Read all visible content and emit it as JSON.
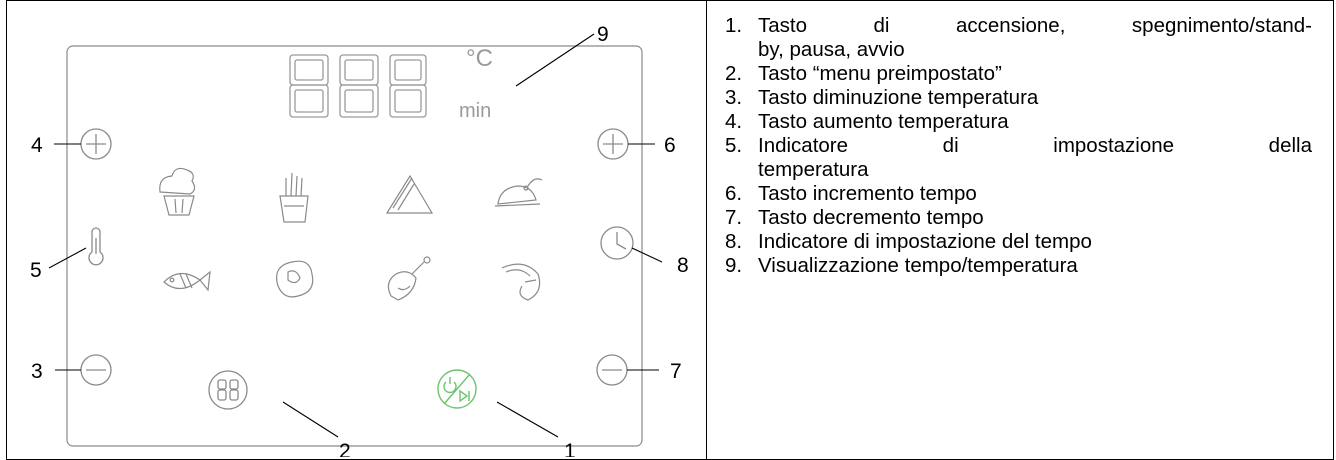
{
  "panel": {
    "unit_celsius": "°C",
    "unit_minutes": "min"
  },
  "callouts": [
    "1",
    "2",
    "3",
    "4",
    "5",
    "6",
    "7",
    "8",
    "9"
  ],
  "icons": {
    "plus": "plus-icon",
    "minus": "minus-icon",
    "thermometer": "thermometer-icon",
    "clock": "clock-icon",
    "cupcake": "cupcake-icon",
    "fries": "fries-icon",
    "pizza": "pizza-icon",
    "roast_chicken": "roast-chicken-icon",
    "fish": "fish-icon",
    "steak": "steak-icon",
    "drumstick": "drumstick-icon",
    "shrimp": "shrimp-icon",
    "menu": "menu-88-icon",
    "power": "power-play-pause-icon"
  },
  "colors": {
    "line": "#8a8a8a",
    "power": "#6bc46b",
    "text": "#000000"
  },
  "legend": [
    {
      "num": "1.",
      "lines": [
        "Tasto di accensione, spegnimento/stand-",
        "by, pausa, avvio"
      ]
    },
    {
      "num": "2.",
      "lines": [
        "Tasto “menu preimpostato”"
      ]
    },
    {
      "num": "3.",
      "lines": [
        "Tasto diminuzione temperatura"
      ]
    },
    {
      "num": "4.",
      "lines": [
        "Tasto aumento temperatura"
      ]
    },
    {
      "num": "5.",
      "lines": [
        "Indicatore di impostazione della",
        "temperatura"
      ]
    },
    {
      "num": "6.",
      "lines": [
        "Tasto incremento tempo"
      ]
    },
    {
      "num": "7.",
      "lines": [
        "Tasto decremento tempo"
      ]
    },
    {
      "num": "8.",
      "lines": [
        "Indicatore di impostazione del tempo"
      ]
    },
    {
      "num": "9.",
      "lines": [
        "Visualizzazione tempo/temperatura"
      ]
    }
  ]
}
